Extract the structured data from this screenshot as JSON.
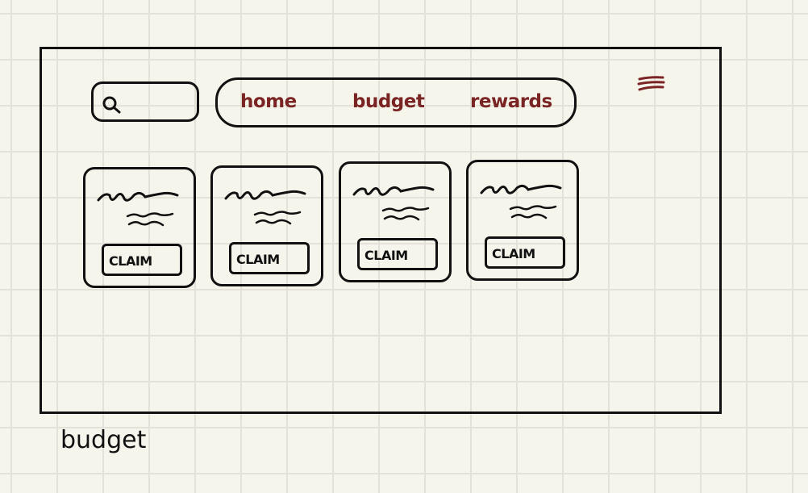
{
  "colors": {
    "ink": "#111111",
    "accent": "#7a2424",
    "paper": "#f6f5ec",
    "grid": "#e4e2d8"
  },
  "header": {
    "search": {
      "icon": "search-icon"
    },
    "nav": {
      "items": [
        {
          "label": "home"
        },
        {
          "label": "budget"
        },
        {
          "label": "rewards"
        }
      ]
    },
    "menu": {
      "icon": "hamburger-menu-icon"
    }
  },
  "cards": [
    {
      "button_label": "CLAIM"
    },
    {
      "button_label": "CLAIM"
    },
    {
      "button_label": "CLAIM"
    },
    {
      "button_label": "CLAIM"
    }
  ],
  "caption": "budget"
}
